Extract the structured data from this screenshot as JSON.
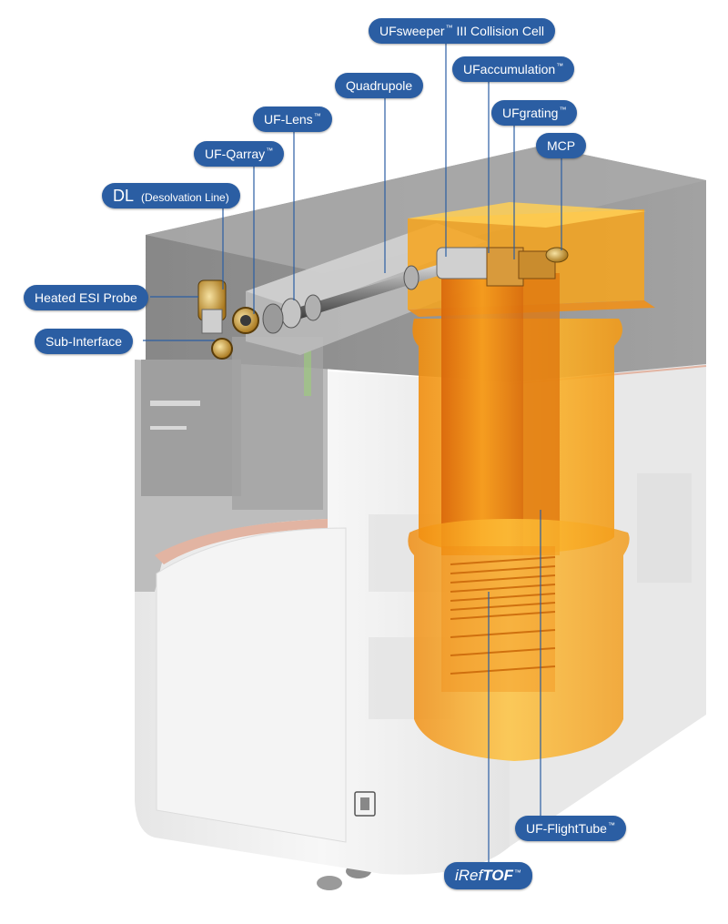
{
  "labels": {
    "dl": {
      "main": "DL",
      "sub": "(Desolvation Line)"
    },
    "uf_qarray": {
      "text": "UF-Qarray",
      "tm": "™"
    },
    "uf_lens": {
      "text": "UF-Lens",
      "tm": "™"
    },
    "quadrupole": {
      "text": "Quadrupole"
    },
    "ufsweeper": {
      "text1": "UFsweeper",
      "tm": "™",
      "text2": " III Collision Cell"
    },
    "ufaccumulation": {
      "text": "UFaccumulation",
      "tm": "™"
    },
    "ufgrating": {
      "text": "UFgrating",
      "tm": "™"
    },
    "mcp": {
      "text": "MCP"
    },
    "heated_esi_probe": {
      "text": "Heated ESI Probe"
    },
    "sub_interface": {
      "text": "Sub-Interface"
    },
    "uf_flighttube": {
      "text": "UF-FlightTube",
      "tm": "™"
    },
    "ireftof": {
      "part1": "iRef",
      "part2": "TOF",
      "tm": "™"
    }
  },
  "colors": {
    "label_bg": "#2b5ea3",
    "label_text": "#ffffff",
    "housing_dark": "#8f8f8f",
    "housing_light": "#f1f1f1",
    "tof_orange": "#f7a51c",
    "accent_line": "#e2b4a2"
  }
}
